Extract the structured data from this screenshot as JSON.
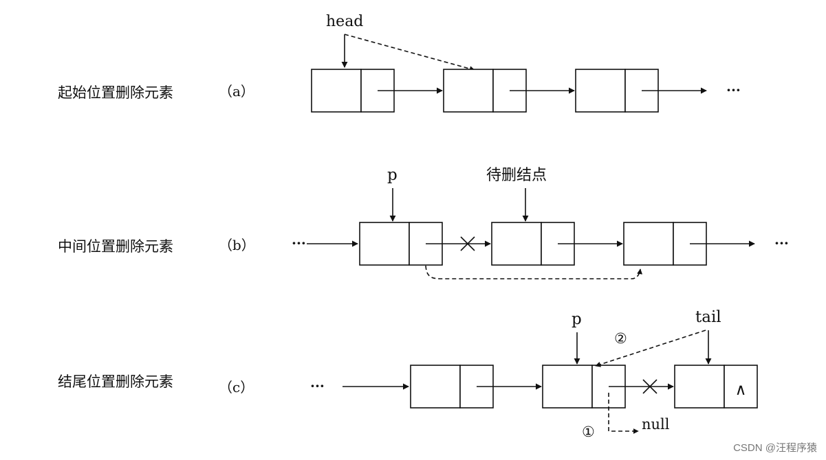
{
  "rows": [
    {
      "label": "起始位置删除元素",
      "tag": "（a）"
    },
    {
      "label": "中间位置删除元素",
      "tag": "（b）"
    },
    {
      "label": "结尾位置删除元素",
      "tag": "（c）"
    }
  ],
  "pointers": {
    "head": "head",
    "p_b": "p",
    "target": "待删结点",
    "p_c": "p",
    "tail": "tail",
    "null_label": "null"
  },
  "markers": {
    "step1": "①",
    "step2": "②",
    "end_symbol": "∧",
    "ellipsis": "···"
  },
  "watermark": "CSDN @汪程序猿"
}
